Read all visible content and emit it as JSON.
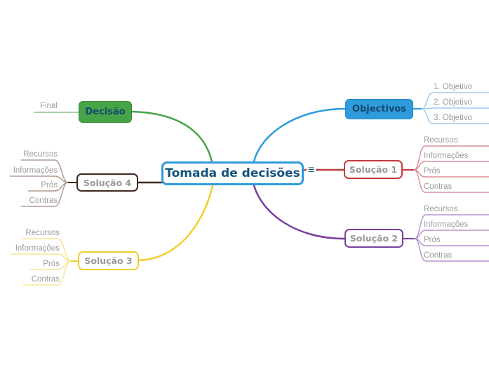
{
  "palette": {
    "background": "#FFFFFF",
    "navy_text": "#15537B",
    "gray_text": "#9B9B9B",
    "branch_blue": "#2E9BDB",
    "branch_blue_light": "#9FCBEE",
    "branch_red": "#C43B40",
    "branch_red_light": "#DB9098",
    "branch_purple": "#7B3F9E",
    "branch_purple_light": "#BA93CE",
    "branch_green": "#47A347",
    "branch_green_light": "#85C785",
    "branch_brown": "#40281E",
    "branch_brown_light": "#B29C92",
    "branch_yellow": "#F2CE30",
    "branch_yellow_light": "#F8E596"
  },
  "mindmap": {
    "central": {
      "label": "Tomada de decisões",
      "boundary_icon": "≡"
    },
    "branches": {
      "objectivos": {
        "label": "Objectivos",
        "children": [
          "1. Objetivo",
          "2. Objetivo",
          "3. Objetivo"
        ]
      },
      "solucao1": {
        "label": "Solução 1",
        "children": [
          "Recursos",
          "Informações",
          "Prós",
          "Contras"
        ]
      },
      "solucao2": {
        "label": "Solução 2",
        "children": [
          "Recursos",
          "Informações",
          "Prós",
          "Contras"
        ]
      },
      "decisao": {
        "label": "Decisão",
        "children": [
          "Final"
        ]
      },
      "solucao4": {
        "label": "Solução 4",
        "children": [
          "Recursos",
          "Informações",
          "Prós",
          "Contras"
        ]
      },
      "solucao3": {
        "label": "Solução 3",
        "children": [
          "Recursos",
          "Informações",
          "Prós",
          "Contras"
        ]
      }
    }
  }
}
